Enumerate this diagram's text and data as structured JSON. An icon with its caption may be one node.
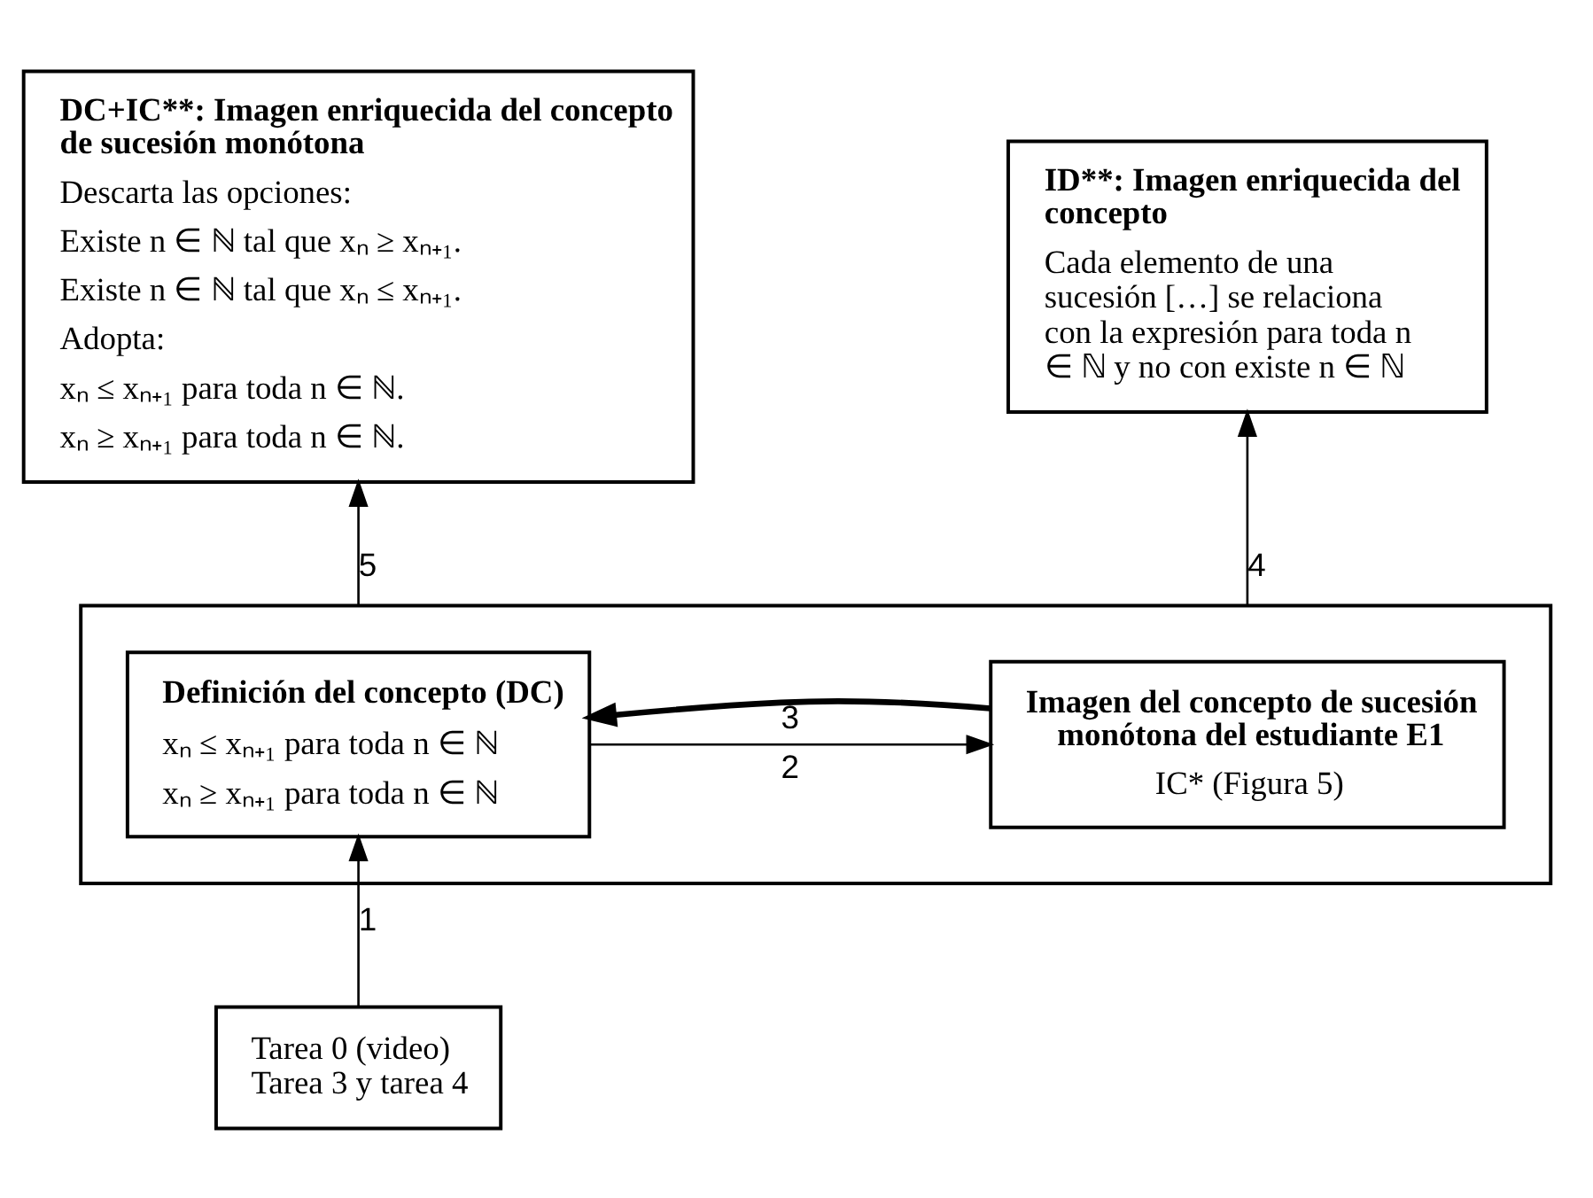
{
  "diagram": {
    "nodes": [
      {
        "text": [],
        "shape": "box"
      },
      {
        "text": [
          "Definición del concepto (DC)",
          "xₙ ≤ xₙ₊₁ para toda n ∈ ℕ",
          "xₙ ≥ xₙ₊₁ para toda n ∈ ℕ"
        ],
        "in": 0
      },
      {
        "text": [
          "Imagen del concepto de sucesión monótona del estudiante E1",
          "IC* (Figura 5)"
        ],
        "in": 0
      },
      {
        "text": [
          "DC+IC**: Imagen enriquecida del concepto de sucesión monótona",
          "Descarta las opciones:",
          "Existe n ∈ ℕ tal que xₙ ≥ xₙ₊₁.",
          "Existe n ∈ ℕ tal que xₙ ≤ xₙ₊₁.",
          "Adopta:",
          "xₙ ≤ xₙ₊₁ para toda n ∈ ℕ.",
          "xₙ ≥ xₙ₊₁ para toda n ∈ ℕ."
        ]
      },
      {
        "text": [
          "ID**: Imagen enriquecida del concepto",
          "Cada elemento de una sucesión […] se relaciona con la expresión para toda n ∈ ℕ y no con existe n ∈ ℕ"
        ]
      },
      {
        "text": [
          "Tarea 0 (video) Tarea 3 y tarea 4"
        ]
      }
    ],
    "edges": [
      {
        "from": 5,
        "to": 1,
        "arrow": "to",
        "label": "1"
      },
      {
        "from": 1,
        "to": 2,
        "arrow": "to",
        "label": "2"
      },
      {
        "from": 2,
        "to": 1,
        "arrow": "to",
        "label": "3",
        "style": "thick"
      },
      {
        "from": 0,
        "to": 4,
        "arrow": "to",
        "label": "4"
      },
      {
        "from": 0,
        "to": 3,
        "arrow": "to",
        "label": "5"
      }
    ]
  }
}
